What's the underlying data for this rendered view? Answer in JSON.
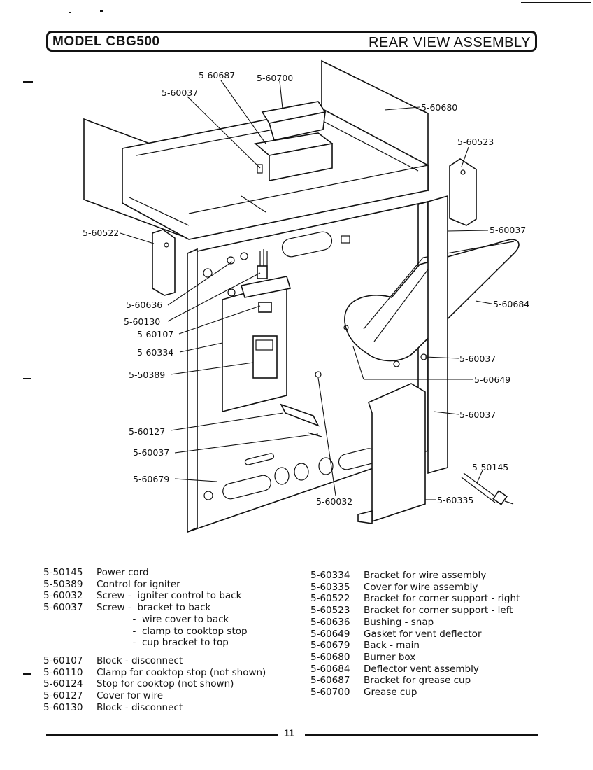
{
  "header": {
    "model": "MODEL  CBG500",
    "title": "REAR VIEW ASSEMBLY"
  },
  "callouts": [
    "5-60687",
    "5-60700",
    "5-60037",
    "5-60680",
    "5-60523",
    "5-60522",
    "5-60037",
    "5-60636",
    "5-60130",
    "5-60107",
    "5-60684",
    "5-60334",
    "5-60037",
    "5-50389",
    "5-60649",
    "5-60037",
    "5-60127",
    "5-60037",
    "5-50145",
    "5-60679",
    "5-60032",
    "5-60335"
  ],
  "legend_left": [
    {
      "num": "5-50145",
      "desc": "Power cord"
    },
    {
      "num": "5-50389",
      "desc": "Control for igniter"
    },
    {
      "num": "5-60032",
      "desc": "Screw -  igniter control to back"
    },
    {
      "num": "5-60037",
      "desc": "Screw -  bracket to back"
    },
    {
      "num": "",
      "desc": "            -  wire cover to back"
    },
    {
      "num": "",
      "desc": "            -  clamp to cooktop stop"
    },
    {
      "num": "",
      "desc": "            -  cup bracket to top"
    },
    {
      "num": "5-60107",
      "desc": "Block - disconnect"
    },
    {
      "num": "5-60110",
      "desc": "Clamp for cooktop stop (not shown)"
    },
    {
      "num": "5-60124",
      "desc": "Stop for cooktop (not shown)"
    },
    {
      "num": "5-60127",
      "desc": "Cover for wire"
    },
    {
      "num": "5-60130",
      "desc": "Block - disconnect"
    }
  ],
  "legend_right": [
    {
      "num": "5-60334",
      "desc": "Bracket for wire assembly"
    },
    {
      "num": "5-60335",
      "desc": "Cover for wire assembly"
    },
    {
      "num": "5-60522",
      "desc": "Bracket for corner support - right"
    },
    {
      "num": "5-60523",
      "desc": "Bracket for corner support - left"
    },
    {
      "num": "5-60636",
      "desc": "Bushing - snap"
    },
    {
      "num": "5-60649",
      "desc": "Gasket for vent deflector"
    },
    {
      "num": "5-60679",
      "desc": "Back - main"
    },
    {
      "num": "5-60680",
      "desc": "Burner box"
    },
    {
      "num": "5-60684",
      "desc": "Deflector vent assembly"
    },
    {
      "num": "5-60687",
      "desc": "Bracket for grease cup"
    },
    {
      "num": "5-60700",
      "desc": "Grease cup"
    }
  ],
  "footer": {
    "page_number": "11"
  }
}
